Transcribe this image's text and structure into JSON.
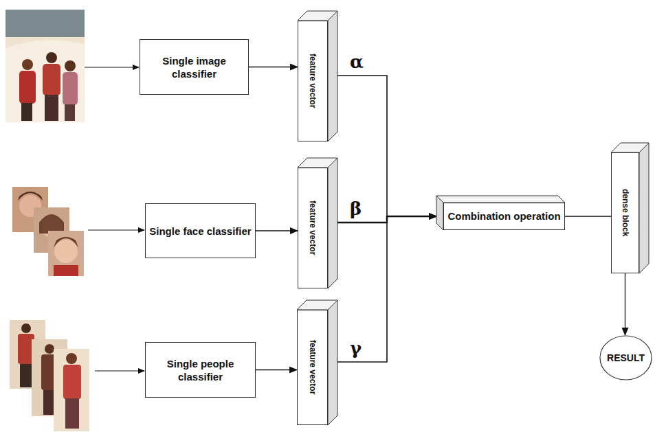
{
  "diagram": {
    "nodes": [
      {
        "text": [
          "Single image classifier"
        ]
      },
      {
        "text": [
          "feature vector"
        ]
      },
      {
        "text": [
          "Single face classifier"
        ]
      },
      {
        "text": [
          "feature vector"
        ]
      },
      {
        "text": [
          "Single people classifier"
        ]
      },
      {
        "text": [
          "feature vector"
        ]
      },
      {
        "text": [
          "Combination operation"
        ]
      },
      {
        "text": [
          "dense block"
        ]
      },
      {
        "text": [
          "RESULT"
        ]
      }
    ],
    "edges": [
      {
        "from": 0,
        "to": 1,
        "arrow": "to"
      },
      {
        "from": 2,
        "to": 3,
        "arrow": "to"
      },
      {
        "from": 4,
        "to": 5,
        "arrow": "to"
      },
      {
        "from": 1,
        "to": 6,
        "label": "α",
        "arrow": "to"
      },
      {
        "from": 3,
        "to": 6,
        "label": "β",
        "arrow": "to"
      },
      {
        "from": 5,
        "to": 6,
        "label": "γ",
        "arrow": "to"
      },
      {
        "from": 6,
        "to": 7,
        "arrow": "none"
      },
      {
        "from": 7,
        "to": 8,
        "arrow": "to"
      }
    ]
  }
}
